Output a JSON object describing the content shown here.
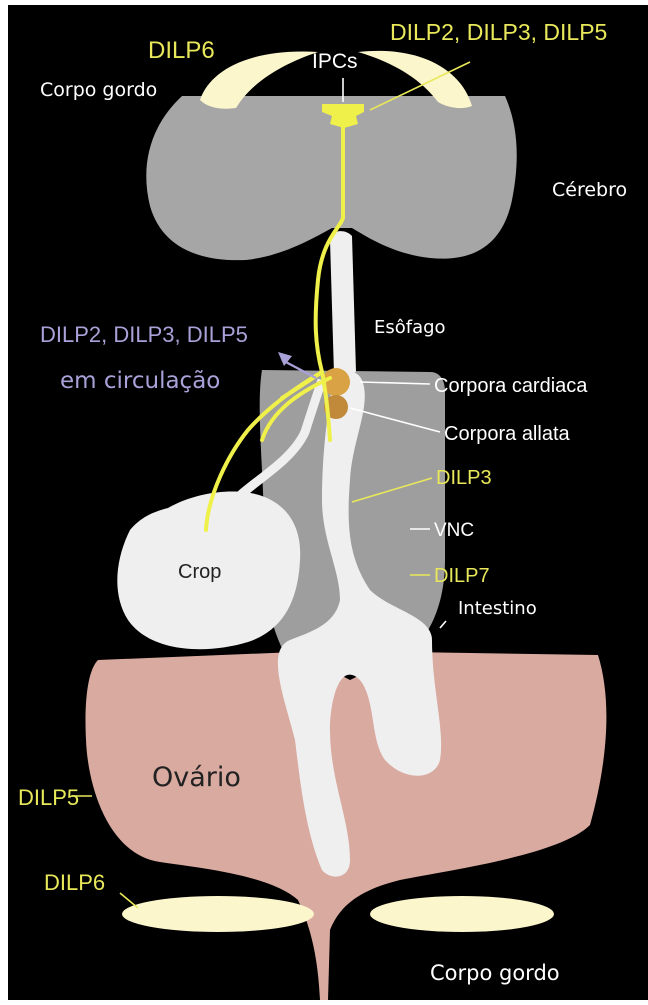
{
  "colors": {
    "background": "#000000",
    "brain": "#a6a6a6",
    "gut": "#efefef",
    "vnc": "#9e9e9e",
    "ovary": "#d9aaa0",
    "fat_body": "#fbf6cc",
    "neuron": "#f0f04a",
    "glands": "#d9a244",
    "yellow_text": "#e8e85a",
    "white_text": "#ffffff",
    "purple_text": "#a9a2d9",
    "dark_text": "#222222"
  },
  "labels": {
    "dilp6_top": "DILP6",
    "ipcs": "IPCs",
    "dilp235_top": "DILP2, DILP3, DILP5",
    "corpo_gordo_top": "Corpo gordo",
    "cerebro": "Cérebro",
    "esofago": "Esôfago",
    "dilp235_circ": "DILP2, DILP3, DILP5",
    "em_circulacao": "em circulação",
    "corpora_cardiaca": "Corpora cardiaca",
    "corpora_allata": "Corpora allata",
    "dilp3": "DILP3",
    "vnc": "VNC",
    "crop": "Crop",
    "dilp7": "DILP7",
    "intestino": "Intestino",
    "ovario": "Ovário",
    "dilp5": "DILP5",
    "dilp6_bottom": "DILP6",
    "corpo_gordo_bottom": "Corpo gordo"
  }
}
